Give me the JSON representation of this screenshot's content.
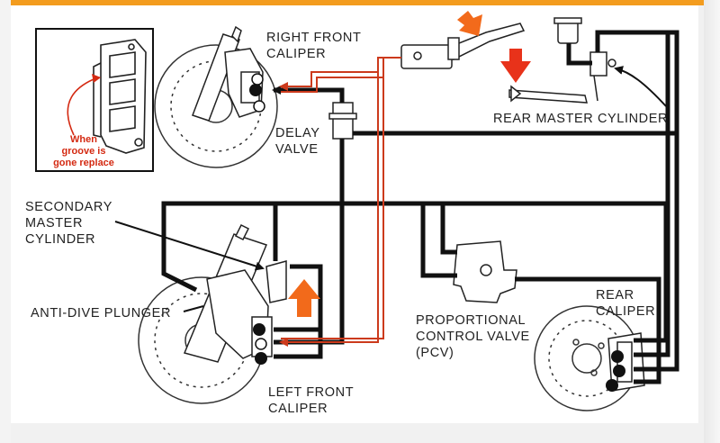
{
  "colors": {
    "frame_accent": "#f39c1e",
    "brake_line": "#111111",
    "delay_line": "#cc3a1c",
    "arrow_orange": "#f26a1b",
    "inset_text": "#d42a12"
  },
  "inset": {
    "note_line1": "When",
    "note_line2": "groove is",
    "note_line3": "gone replace"
  },
  "labels": {
    "right_front_caliper": [
      "RIGHT FRONT",
      "CALIPER"
    ],
    "delay_valve": [
      "DELAY",
      "VALVE"
    ],
    "rear_master_cylinder": "REAR MASTER CYLINDER",
    "secondary_master_cylinder": [
      "SECONDARY",
      "MASTER",
      "CYLINDER"
    ],
    "anti_dive_plunger": "ANTI-DIVE PLUNGER",
    "proportional_control_valve": [
      "PROPORTIONAL",
      "CONTROL VALVE",
      "(PCV)"
    ],
    "rear_caliper": [
      "REAR",
      "CALIPER"
    ],
    "left_front_caliper": [
      "LEFT FRONT",
      "CALIPER"
    ]
  }
}
